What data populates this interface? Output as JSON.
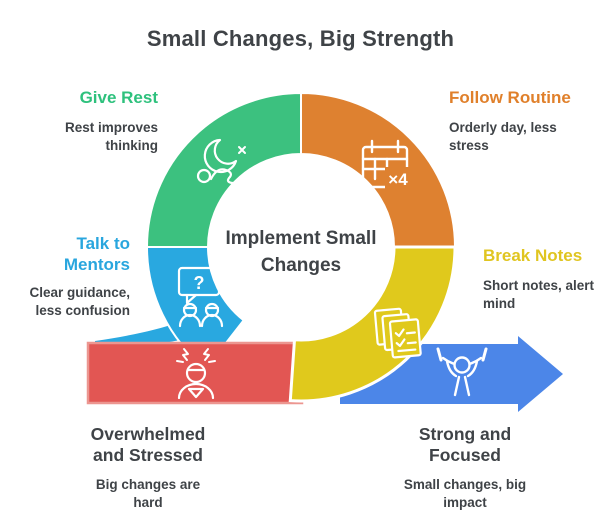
{
  "title": "Small Changes, Big Strength",
  "center_label": "Implement Small Changes",
  "palette": {
    "green": "#3CC17F",
    "orange": "#DE8130",
    "blue": "#29A8E0",
    "yellow": "#E0C91C",
    "red": "#E25653",
    "arrow_blue": "#4C86E8",
    "text_dark": "#3F4347",
    "band_border": "#EC9690"
  },
  "steps": {
    "give_rest": {
      "heading": "Give Rest",
      "body": "Rest improves thinking"
    },
    "follow_routine": {
      "heading": "Follow Routine",
      "body": "Orderly day, less stress"
    },
    "talk_to_mentors": {
      "heading": "Talk to Mentors",
      "body": "Clear guidance, less confusion"
    },
    "break_notes": {
      "heading": "Break Notes",
      "body": "Short notes, alert mind"
    }
  },
  "start": {
    "heading": "Overwhelmed and Stressed",
    "body": "Big changes are hard"
  },
  "end": {
    "heading": "Strong and Focused",
    "body": "Small changes, big impact"
  },
  "icon_text": {
    "calendar_badge": "×4",
    "question_mark": "?"
  },
  "icons": {
    "sleep_rest": "crescent-moon-with-resting-person",
    "calendar_x4": "calendar-with-x4-badge",
    "question_chat": "question-speech-bubble-over-two-people",
    "notes_checklist": "stacked-checklist-notes",
    "stressed_person": "stressed-person-with-spark-lines",
    "weightlifter": "person-lifting-barbell"
  }
}
